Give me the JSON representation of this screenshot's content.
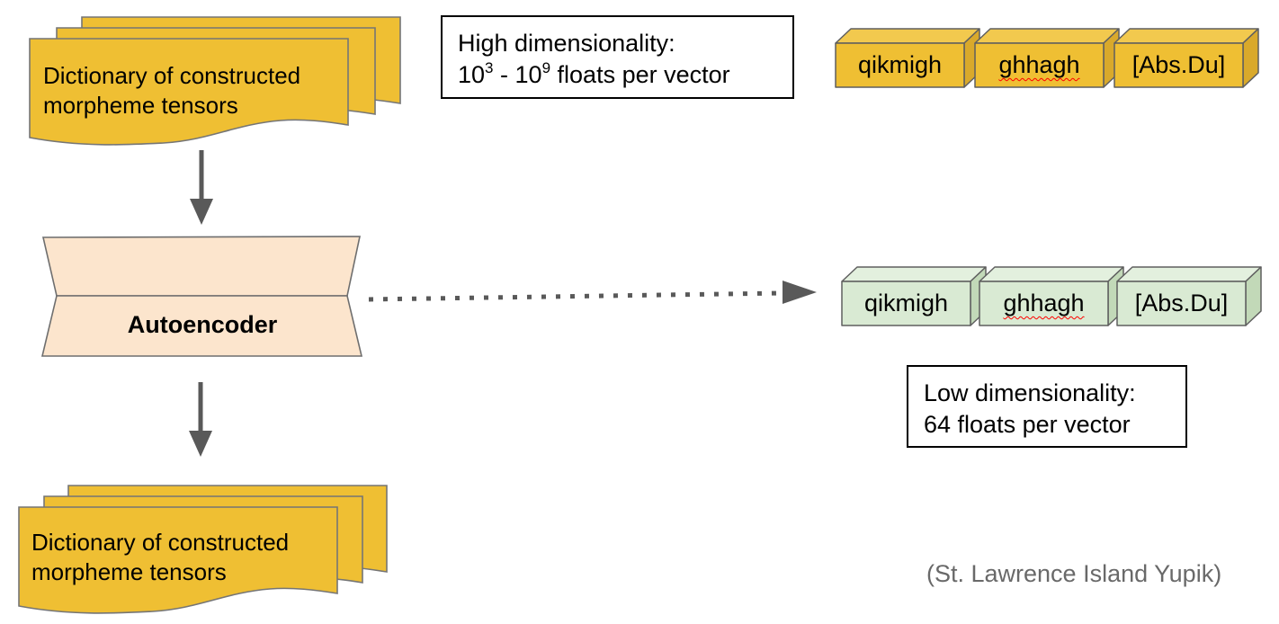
{
  "documents": {
    "top": {
      "line1": "Dictionary of constructed",
      "line2": "morpheme tensors"
    },
    "bottom": {
      "line1": "Dictionary of constructed",
      "line2": "morpheme tensors"
    }
  },
  "autoencoder": {
    "label": "Autoencoder"
  },
  "notes": {
    "high": {
      "line1": "High dimensionality:",
      "l2_base1": "10",
      "l2_sup1": "3",
      "l2_sep": " - ",
      "l2_base2": "10",
      "l2_sup2": "9",
      "l2_rest": " floats per vector"
    },
    "low": {
      "line1": "Low dimensionality:",
      "line2": "64 floats per vector"
    }
  },
  "tensor_rows": {
    "high_dim": {
      "labels": [
        "qikmigh",
        "ghhagh",
        "[Abs.Du]"
      ]
    },
    "low_dim": {
      "labels": [
        "qikmigh",
        "ghhagh",
        "[Abs.Du]"
      ]
    }
  },
  "caption": "(St. Lawrence Island Yupik)",
  "colors": {
    "document_fill": "#efbf33",
    "autoencoder_fill": "#fce5cd",
    "cube_yellow_front": "#efbf33",
    "cube_yellow_top": "#f2c94e",
    "cube_yellow_side": "#d9a92b",
    "cube_green_front": "#d9ead3",
    "cube_green_top": "#e3f0de",
    "cube_green_side": "#c2d9b8",
    "arrow_color": "#595959",
    "caption_color": "#696969",
    "misspell_color": "#ff0000"
  }
}
